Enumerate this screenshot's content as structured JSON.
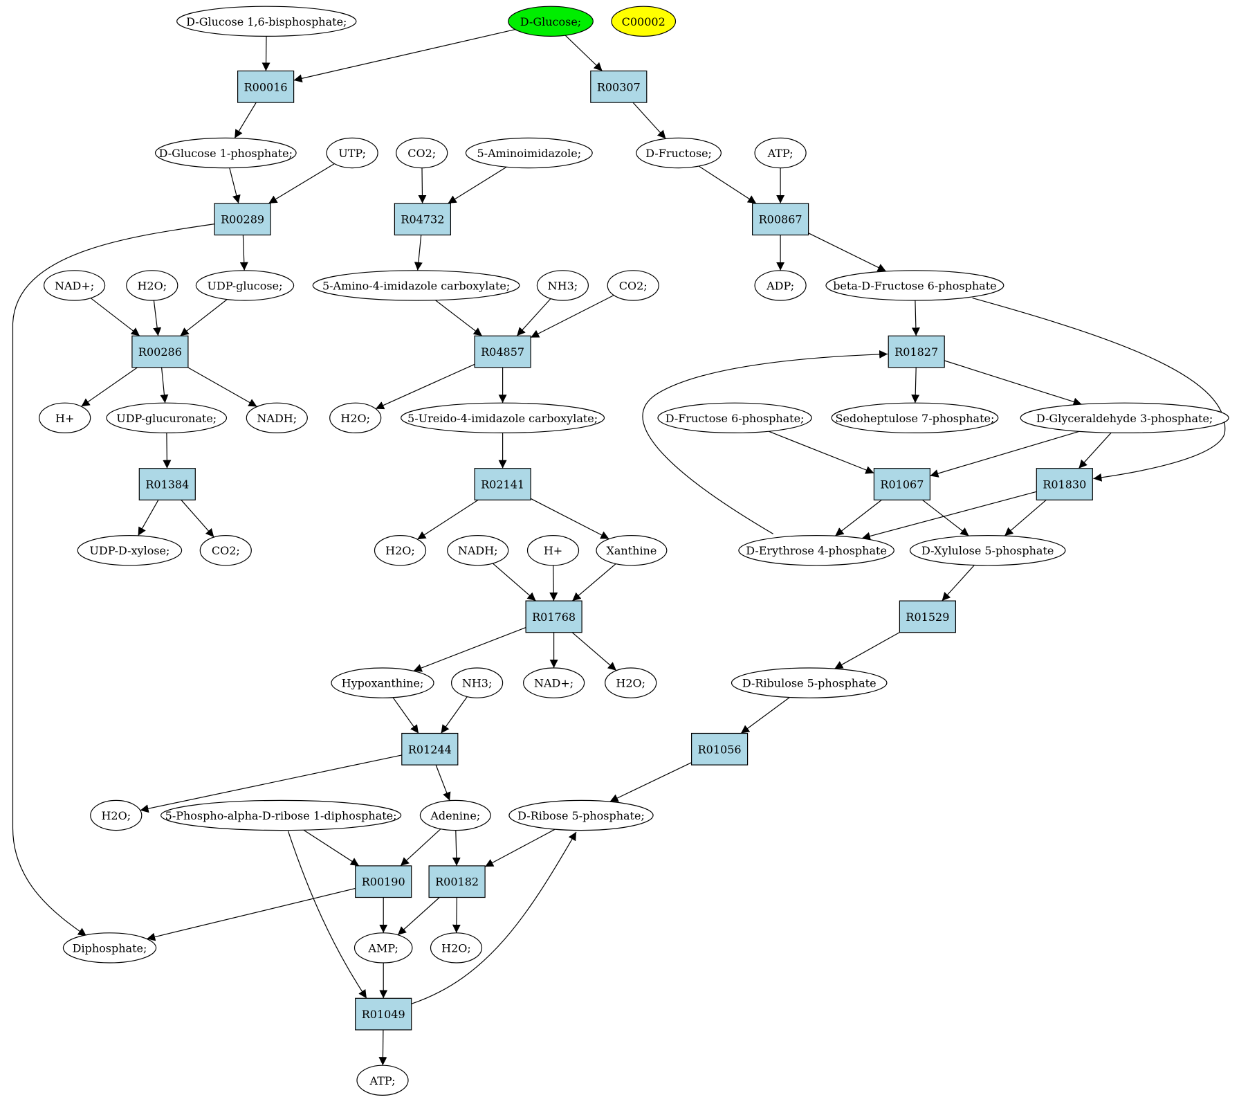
{
  "colors": {
    "reaction_fill": "#add8e6",
    "compound_fill": "#ffffff",
    "source_fill": "#00ee00",
    "target_fill": "#ffff00",
    "stroke": "#000000"
  },
  "nodes": [
    {
      "id": "c1",
      "kind": "compound",
      "label": "D-Glucose 1,6-bisphosphate;"
    },
    {
      "id": "c2",
      "kind": "compound",
      "label": "D-Glucose;",
      "role": "source"
    },
    {
      "id": "c3",
      "kind": "compound",
      "label": "C00002",
      "role": "target"
    },
    {
      "id": "r1",
      "kind": "reaction",
      "label": "R00016"
    },
    {
      "id": "r2",
      "kind": "reaction",
      "label": "R00307"
    },
    {
      "id": "c4",
      "kind": "compound",
      "label": "D-Glucose 1-phosphate;"
    },
    {
      "id": "c5",
      "kind": "compound",
      "label": "UTP;"
    },
    {
      "id": "c6",
      "kind": "compound",
      "label": "CO2;"
    },
    {
      "id": "c7",
      "kind": "compound",
      "label": "5-Aminoimidazole;"
    },
    {
      "id": "c8",
      "kind": "compound",
      "label": "D-Fructose;"
    },
    {
      "id": "c9",
      "kind": "compound",
      "label": "ATP;"
    },
    {
      "id": "r3",
      "kind": "reaction",
      "label": "R00289"
    },
    {
      "id": "r4",
      "kind": "reaction",
      "label": "R04732"
    },
    {
      "id": "r5",
      "kind": "reaction",
      "label": "R00867"
    },
    {
      "id": "c10",
      "kind": "compound",
      "label": "NAD+;"
    },
    {
      "id": "c11",
      "kind": "compound",
      "label": "H2O;"
    },
    {
      "id": "c12",
      "kind": "compound",
      "label": "UDP-glucose;"
    },
    {
      "id": "c13",
      "kind": "compound",
      "label": "5-Amino-4-imidazole carboxylate;"
    },
    {
      "id": "c14",
      "kind": "compound",
      "label": "NH3;"
    },
    {
      "id": "c15",
      "kind": "compound",
      "label": "CO2;"
    },
    {
      "id": "c16",
      "kind": "compound",
      "label": "ADP;"
    },
    {
      "id": "c17",
      "kind": "compound",
      "label": "beta-D-Fructose 6-phosphate"
    },
    {
      "id": "r6",
      "kind": "reaction",
      "label": "R00286"
    },
    {
      "id": "r7",
      "kind": "reaction",
      "label": "R04857"
    },
    {
      "id": "r8",
      "kind": "reaction",
      "label": "R01827"
    },
    {
      "id": "c18",
      "kind": "compound",
      "label": "H+"
    },
    {
      "id": "c19",
      "kind": "compound",
      "label": "UDP-glucuronate;"
    },
    {
      "id": "c20",
      "kind": "compound",
      "label": "NADH;"
    },
    {
      "id": "c21",
      "kind": "compound",
      "label": "H2O;"
    },
    {
      "id": "c22",
      "kind": "compound",
      "label": "5-Ureido-4-imidazole carboxylate;"
    },
    {
      "id": "c23",
      "kind": "compound",
      "label": "D-Fructose 6-phosphate;"
    },
    {
      "id": "c24",
      "kind": "compound",
      "label": "Sedoheptulose 7-phosphate;"
    },
    {
      "id": "c25",
      "kind": "compound",
      "label": "D-Glyceraldehyde 3-phosphate;"
    },
    {
      "id": "r9",
      "kind": "reaction",
      "label": "R01384"
    },
    {
      "id": "r10",
      "kind": "reaction",
      "label": "R02141"
    },
    {
      "id": "r11",
      "kind": "reaction",
      "label": "R01067"
    },
    {
      "id": "r12",
      "kind": "reaction",
      "label": "R01830"
    },
    {
      "id": "c26",
      "kind": "compound",
      "label": "UDP-D-xylose;"
    },
    {
      "id": "c27",
      "kind": "compound",
      "label": "CO2;"
    },
    {
      "id": "c28",
      "kind": "compound",
      "label": "H2O;"
    },
    {
      "id": "c29",
      "kind": "compound",
      "label": "NADH;"
    },
    {
      "id": "c30",
      "kind": "compound",
      "label": "H+"
    },
    {
      "id": "c31",
      "kind": "compound",
      "label": "Xanthine"
    },
    {
      "id": "c32",
      "kind": "compound",
      "label": "D-Erythrose 4-phosphate"
    },
    {
      "id": "c33",
      "kind": "compound",
      "label": "D-Xylulose 5-phosphate"
    },
    {
      "id": "r13",
      "kind": "reaction",
      "label": "R01768"
    },
    {
      "id": "r14",
      "kind": "reaction",
      "label": "R01529"
    },
    {
      "id": "c34",
      "kind": "compound",
      "label": "Hypoxanthine;"
    },
    {
      "id": "c35",
      "kind": "compound",
      "label": "NH3;"
    },
    {
      "id": "c36",
      "kind": "compound",
      "label": "NAD+;"
    },
    {
      "id": "c37",
      "kind": "compound",
      "label": "H2O;"
    },
    {
      "id": "c38",
      "kind": "compound",
      "label": "D-Ribulose 5-phosphate"
    },
    {
      "id": "r15",
      "kind": "reaction",
      "label": "R01244"
    },
    {
      "id": "r16",
      "kind": "reaction",
      "label": "R01056"
    },
    {
      "id": "c39",
      "kind": "compound",
      "label": "H2O;"
    },
    {
      "id": "c40",
      "kind": "compound",
      "label": "5-Phospho-alpha-D-ribose 1-diphosphate;"
    },
    {
      "id": "c41",
      "kind": "compound",
      "label": "Adenine;"
    },
    {
      "id": "c42",
      "kind": "compound",
      "label": "D-Ribose 5-phosphate;"
    },
    {
      "id": "r17",
      "kind": "reaction",
      "label": "R00190"
    },
    {
      "id": "r18",
      "kind": "reaction",
      "label": "R00182"
    },
    {
      "id": "c43",
      "kind": "compound",
      "label": "Diphosphate;"
    },
    {
      "id": "c44",
      "kind": "compound",
      "label": "AMP;"
    },
    {
      "id": "c45",
      "kind": "compound",
      "label": "H2O;"
    },
    {
      "id": "r19",
      "kind": "reaction",
      "label": "R01049"
    },
    {
      "id": "c46",
      "kind": "compound",
      "label": "ATP;"
    }
  ],
  "edges": [
    [
      "c1",
      "r1"
    ],
    [
      "c2",
      "r1"
    ],
    [
      "c2",
      "r2"
    ],
    [
      "r1",
      "c4"
    ],
    [
      "r2",
      "c8"
    ],
    [
      "c4",
      "r3"
    ],
    [
      "c5",
      "r3"
    ],
    [
      "c6",
      "r4"
    ],
    [
      "c7",
      "r4"
    ],
    [
      "c8",
      "r5"
    ],
    [
      "c9",
      "r5"
    ],
    [
      "r3",
      "c12"
    ],
    [
      "r3",
      "c43"
    ],
    [
      "r4",
      "c13"
    ],
    [
      "r5",
      "c16"
    ],
    [
      "r5",
      "c17"
    ],
    [
      "c10",
      "r6"
    ],
    [
      "c11",
      "r6"
    ],
    [
      "c12",
      "r6"
    ],
    [
      "c13",
      "r7"
    ],
    [
      "c14",
      "r7"
    ],
    [
      "c15",
      "r7"
    ],
    [
      "c17",
      "r8"
    ],
    [
      "c17",
      "r12"
    ],
    [
      "r6",
      "c18"
    ],
    [
      "r6",
      "c19"
    ],
    [
      "r6",
      "c20"
    ],
    [
      "r7",
      "c21"
    ],
    [
      "r7",
      "c22"
    ],
    [
      "r8",
      "c24"
    ],
    [
      "r8",
      "c25"
    ],
    [
      "c19",
      "r9"
    ],
    [
      "c22",
      "r10"
    ],
    [
      "c23",
      "r11"
    ],
    [
      "c25",
      "r11"
    ],
    [
      "c25",
      "r12"
    ],
    [
      "r9",
      "c26"
    ],
    [
      "r9",
      "c27"
    ],
    [
      "r10",
      "c28"
    ],
    [
      "r10",
      "c31"
    ],
    [
      "r11",
      "c32"
    ],
    [
      "r11",
      "c33"
    ],
    [
      "r12",
      "c32"
    ],
    [
      "r12",
      "c33"
    ],
    [
      "c32",
      "r8"
    ],
    [
      "c29",
      "r13"
    ],
    [
      "c30",
      "r13"
    ],
    [
      "c31",
      "r13"
    ],
    [
      "c33",
      "r14"
    ],
    [
      "r13",
      "c34"
    ],
    [
      "r13",
      "c36"
    ],
    [
      "r13",
      "c37"
    ],
    [
      "r14",
      "c38"
    ],
    [
      "c34",
      "r15"
    ],
    [
      "c35",
      "r15"
    ],
    [
      "c38",
      "r16"
    ],
    [
      "r15",
      "c39"
    ],
    [
      "r15",
      "c41"
    ],
    [
      "r16",
      "c42"
    ],
    [
      "c40",
      "r17"
    ],
    [
      "c41",
      "r17"
    ],
    [
      "c41",
      "r18"
    ],
    [
      "c42",
      "r18"
    ],
    [
      "r17",
      "c43"
    ],
    [
      "r17",
      "c44"
    ],
    [
      "r18",
      "c44"
    ],
    [
      "r18",
      "c45"
    ],
    [
      "c44",
      "r19"
    ],
    [
      "c40",
      "r19"
    ],
    [
      "r19",
      "c46"
    ],
    [
      "r19",
      "c42"
    ]
  ]
}
